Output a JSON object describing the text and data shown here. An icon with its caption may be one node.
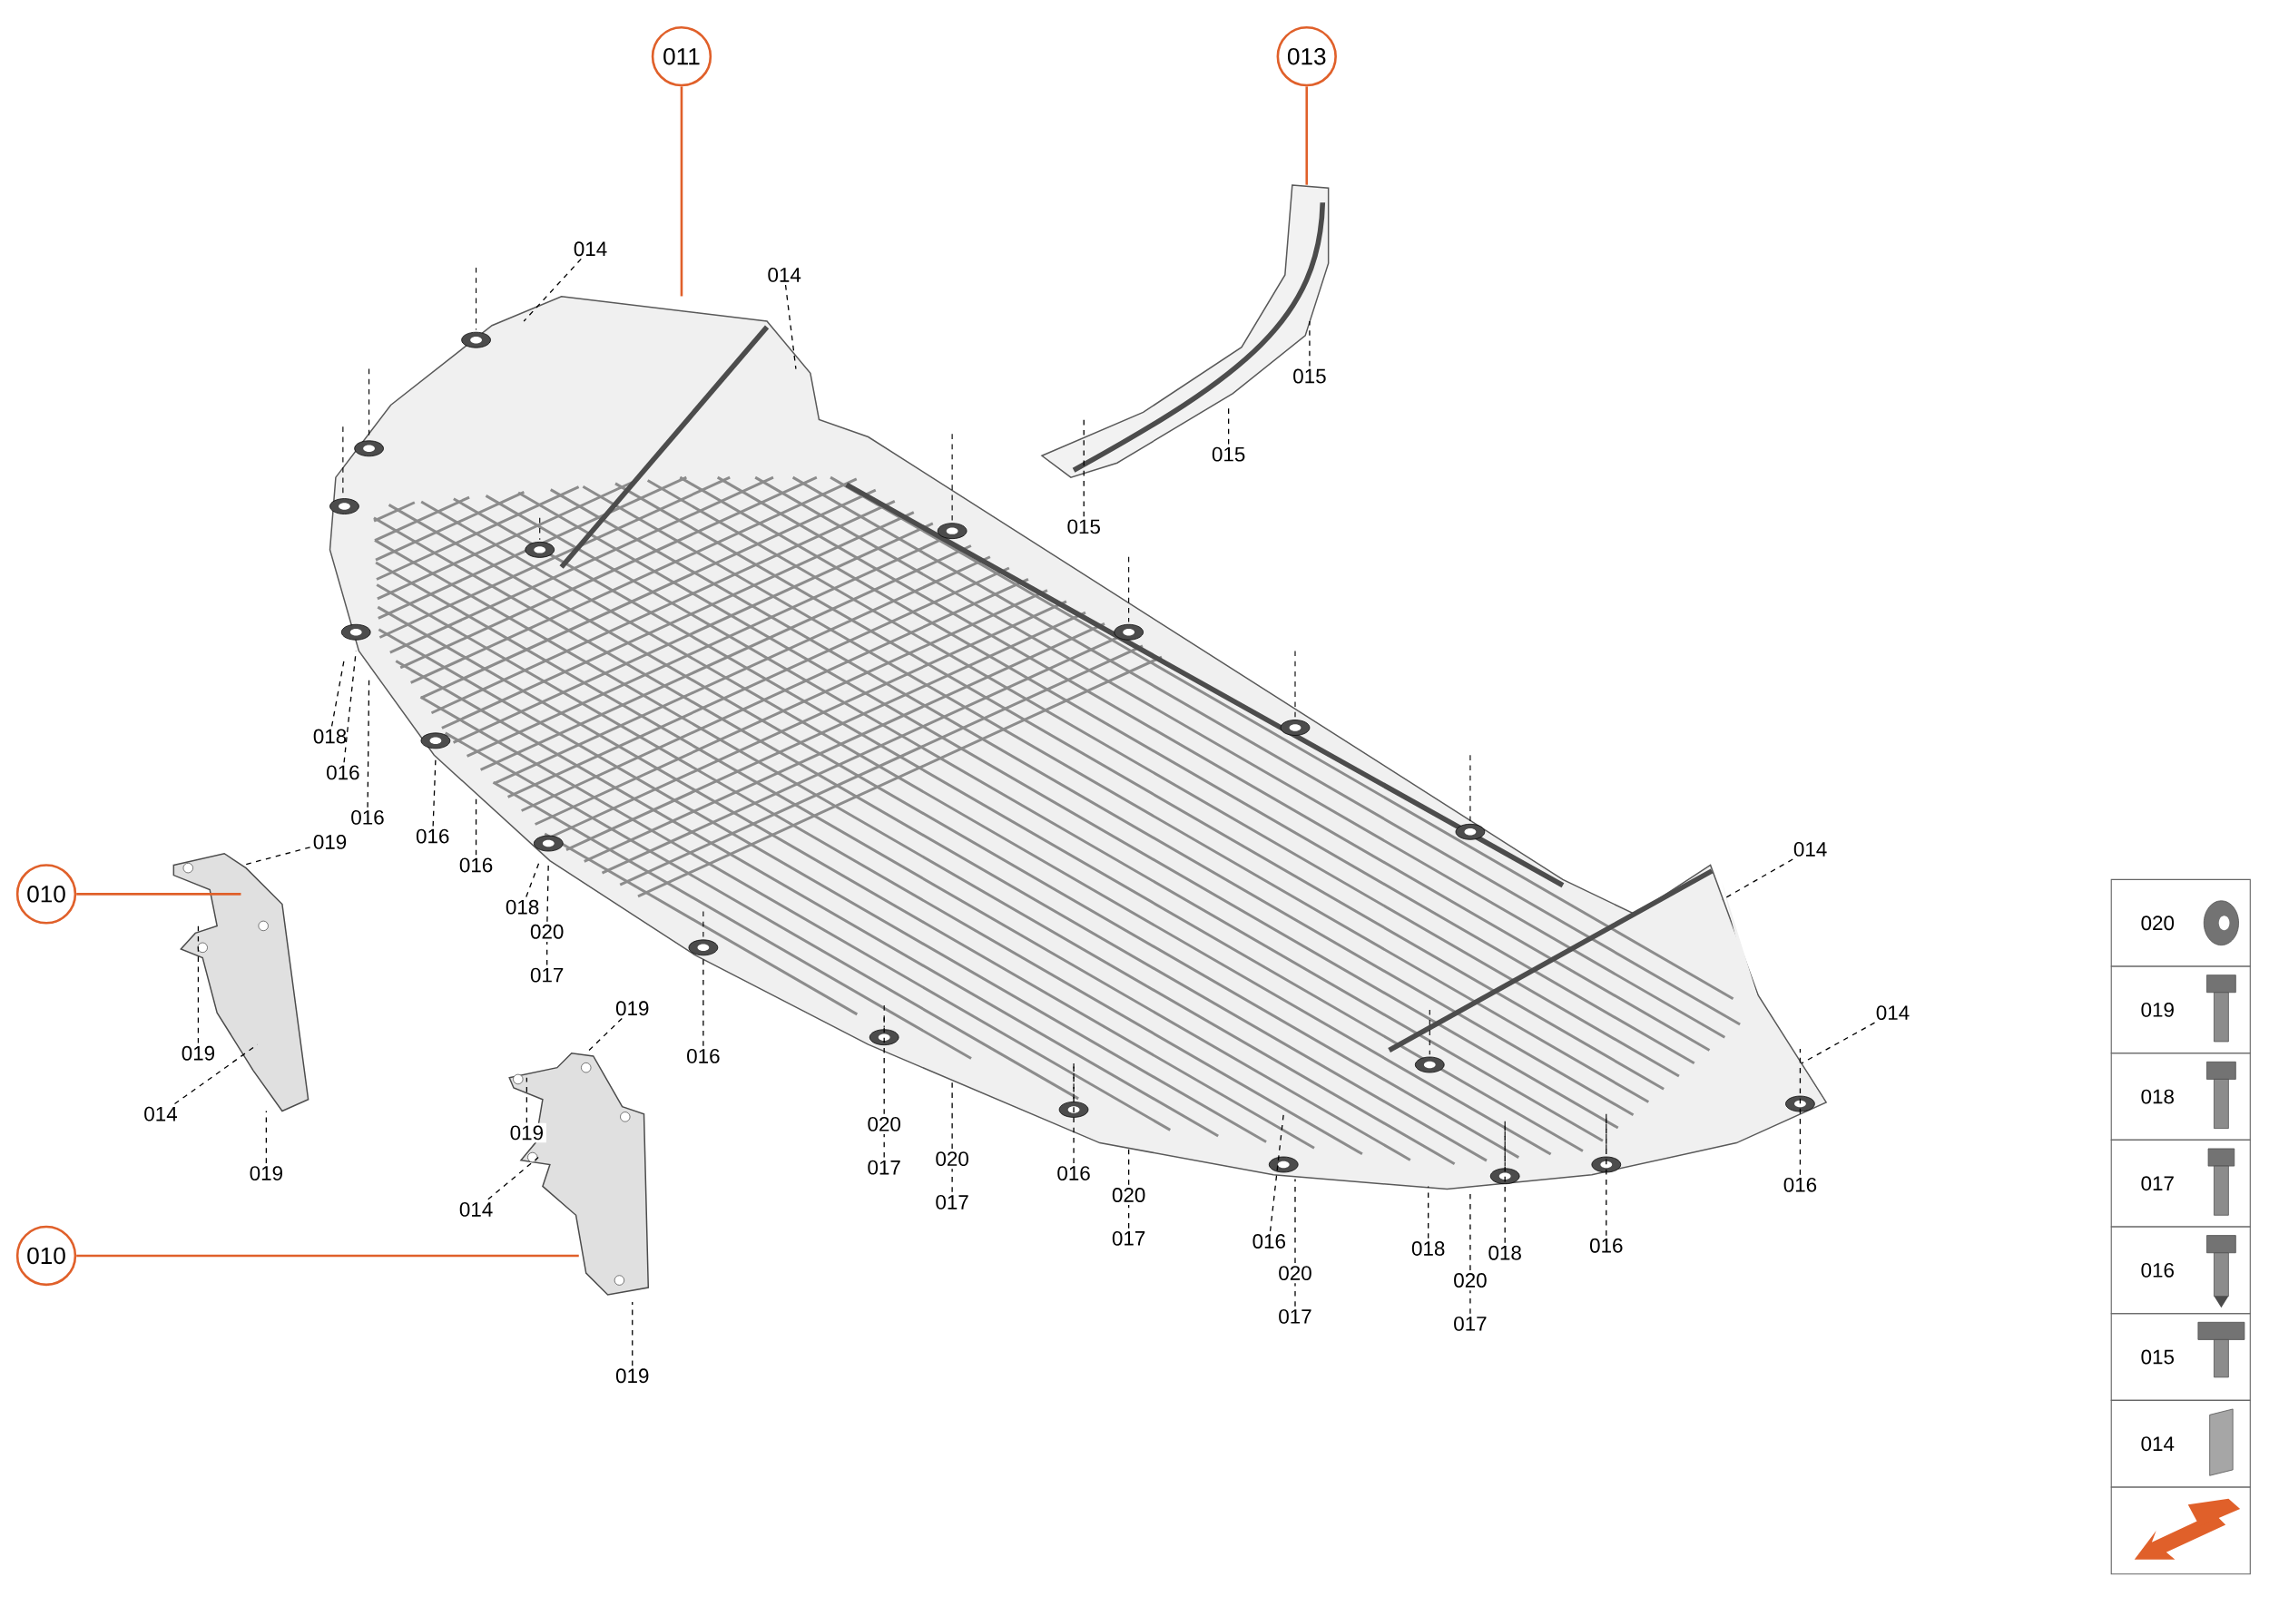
{
  "diagram": {
    "nodes": [
      {
        "text": [
          "011"
        ]
      },
      {
        "text": [
          "013"
        ]
      },
      {
        "text": [
          "010"
        ]
      },
      {
        "text": [
          "010"
        ]
      },
      {
        "text": [],
        "shape": "picture"
      },
      {
        "text": [],
        "shape": "picture"
      },
      {
        "text": [],
        "shape": "picture"
      },
      {
        "text": [],
        "shape": "picture"
      },
      {
        "text": [
          "014"
        ]
      },
      {
        "text": [
          "014"
        ]
      },
      {
        "text": [
          "015"
        ]
      },
      {
        "text": [
          "015"
        ]
      },
      {
        "text": [
          "015"
        ]
      },
      {
        "text": [
          "018"
        ]
      },
      {
        "text": [
          "016"
        ]
      },
      {
        "text": [
          "016"
        ]
      },
      {
        "text": [
          "016"
        ]
      },
      {
        "text": [
          "016"
        ]
      },
      {
        "text": [
          "019"
        ]
      },
      {
        "text": [
          "018"
        ]
      },
      {
        "text": [
          "020"
        ]
      },
      {
        "text": [
          "017"
        ]
      },
      {
        "text": [
          "016"
        ]
      },
      {
        "text": [
          "019"
        ]
      },
      {
        "text": [
          "014"
        ]
      },
      {
        "text": [
          "019"
        ]
      },
      {
        "text": [
          "019"
        ]
      },
      {
        "text": [
          "019"
        ]
      },
      {
        "text": [
          "014"
        ]
      },
      {
        "text": [
          "019"
        ]
      },
      {
        "text": [
          "020"
        ]
      },
      {
        "text": [
          "017"
        ]
      },
      {
        "text": [
          "020"
        ]
      },
      {
        "text": [
          "017"
        ]
      },
      {
        "text": [
          "016"
        ]
      },
      {
        "text": [
          "020"
        ]
      },
      {
        "text": [
          "017"
        ]
      },
      {
        "text": [
          "016"
        ]
      },
      {
        "text": [
          "020"
        ]
      },
      {
        "text": [
          "017"
        ]
      },
      {
        "text": [
          "018"
        ]
      },
      {
        "text": [
          "018"
        ]
      },
      {
        "text": [
          "020"
        ]
      },
      {
        "text": [
          "017"
        ]
      },
      {
        "text": [
          "016"
        ]
      },
      {
        "text": [
          "016"
        ]
      },
      {
        "text": [
          "014"
        ]
      },
      {
        "text": [
          "014"
        ]
      }
    ],
    "edges": [
      {
        "from": 0,
        "to": 4,
        "arrow": "none",
        "color": "#e0602a"
      },
      {
        "from": 1,
        "to": 5,
        "arrow": "none",
        "color": "#e0602a"
      },
      {
        "from": 2,
        "to": 6,
        "arrow": "none",
        "color": "#e0602a"
      },
      {
        "from": 3,
        "to": 7,
        "arrow": "none",
        "color": "#e0602a"
      },
      {
        "from": 8,
        "to": 4,
        "arrow": "none",
        "style": "dashed"
      },
      {
        "from": 9,
        "to": 4,
        "arrow": "none",
        "style": "dashed"
      },
      {
        "from": 10,
        "to": 5,
        "arrow": "none",
        "style": "dashed"
      },
      {
        "from": 11,
        "to": 5,
        "arrow": "none",
        "style": "dashed"
      },
      {
        "from": 12,
        "to": 5,
        "arrow": "none",
        "style": "dashed"
      },
      {
        "from": 13,
        "to": 4,
        "arrow": "none",
        "style": "dashed"
      },
      {
        "from": 14,
        "to": 4,
        "arrow": "none",
        "style": "dashed"
      },
      {
        "from": 15,
        "to": 4,
        "arrow": "none",
        "style": "dashed"
      },
      {
        "from": 16,
        "to": 4,
        "arrow": "none",
        "style": "dashed"
      },
      {
        "from": 17,
        "to": 4,
        "arrow": "none",
        "style": "dashed"
      },
      {
        "from": 18,
        "to": 6,
        "arrow": "none",
        "style": "dashed"
      },
      {
        "from": 19,
        "to": 4,
        "arrow": "none",
        "style": "dashed"
      },
      {
        "from": 20,
        "to": 4,
        "arrow": "none",
        "style": "dashed"
      },
      {
        "from": 21,
        "to": 20,
        "arrow": "none",
        "style": "dashed"
      },
      {
        "from": 22,
        "to": 4,
        "arrow": "none",
        "style": "dashed"
      },
      {
        "from": 23,
        "to": 6,
        "arrow": "none",
        "style": "dashed"
      },
      {
        "from": 24,
        "to": 6,
        "arrow": "none",
        "style": "dashed"
      },
      {
        "from": 25,
        "to": 6,
        "arrow": "none",
        "style": "dashed"
      },
      {
        "from": 26,
        "to": 7,
        "arrow": "none",
        "style": "dashed"
      },
      {
        "from": 27,
        "to": 7,
        "arrow": "none",
        "style": "dashed"
      },
      {
        "from": 28,
        "to": 7,
        "arrow": "none",
        "style": "dashed"
      },
      {
        "from": 29,
        "to": 7,
        "arrow": "none",
        "style": "dashed"
      },
      {
        "from": 30,
        "to": 4,
        "arrow": "none",
        "style": "dashed"
      },
      {
        "from": 31,
        "to": 30,
        "arrow": "none",
        "style": "dashed"
      },
      {
        "from": 32,
        "to": 4,
        "arrow": "none",
        "style": "dashed"
      },
      {
        "from": 33,
        "to": 32,
        "arrow": "none",
        "style": "dashed"
      },
      {
        "from": 34,
        "to": 4,
        "arrow": "none",
        "style": "dashed"
      },
      {
        "from": 35,
        "to": 4,
        "arrow": "none",
        "style": "dashed"
      },
      {
        "from": 36,
        "to": 35,
        "arrow": "none",
        "style": "dashed"
      },
      {
        "from": 37,
        "to": 4,
        "arrow": "none",
        "style": "dashed"
      },
      {
        "from": 38,
        "to": 4,
        "arrow": "none",
        "style": "dashed"
      },
      {
        "from": 39,
        "to": 38,
        "arrow": "none",
        "style": "dashed"
      },
      {
        "from": 40,
        "to": 4,
        "arrow": "none",
        "style": "dashed"
      },
      {
        "from": 41,
        "to": 4,
        "arrow": "none",
        "style": "dashed"
      },
      {
        "from": 42,
        "to": 4,
        "arrow": "none",
        "style": "dashed"
      },
      {
        "from": 43,
        "to": 42,
        "arrow": "none",
        "style": "dashed"
      },
      {
        "from": 44,
        "to": 4,
        "arrow": "none",
        "style": "dashed"
      },
      {
        "from": 45,
        "to": 4,
        "arrow": "none",
        "style": "dashed"
      },
      {
        "from": 46,
        "to": 4,
        "arrow": "none",
        "style": "dashed"
      },
      {
        "from": 47,
        "to": 4,
        "arrow": "none",
        "style": "dashed"
      }
    ],
    "labels": [
      "020",
      "019",
      "018",
      "017",
      "016",
      "015",
      "014"
    ]
  }
}
